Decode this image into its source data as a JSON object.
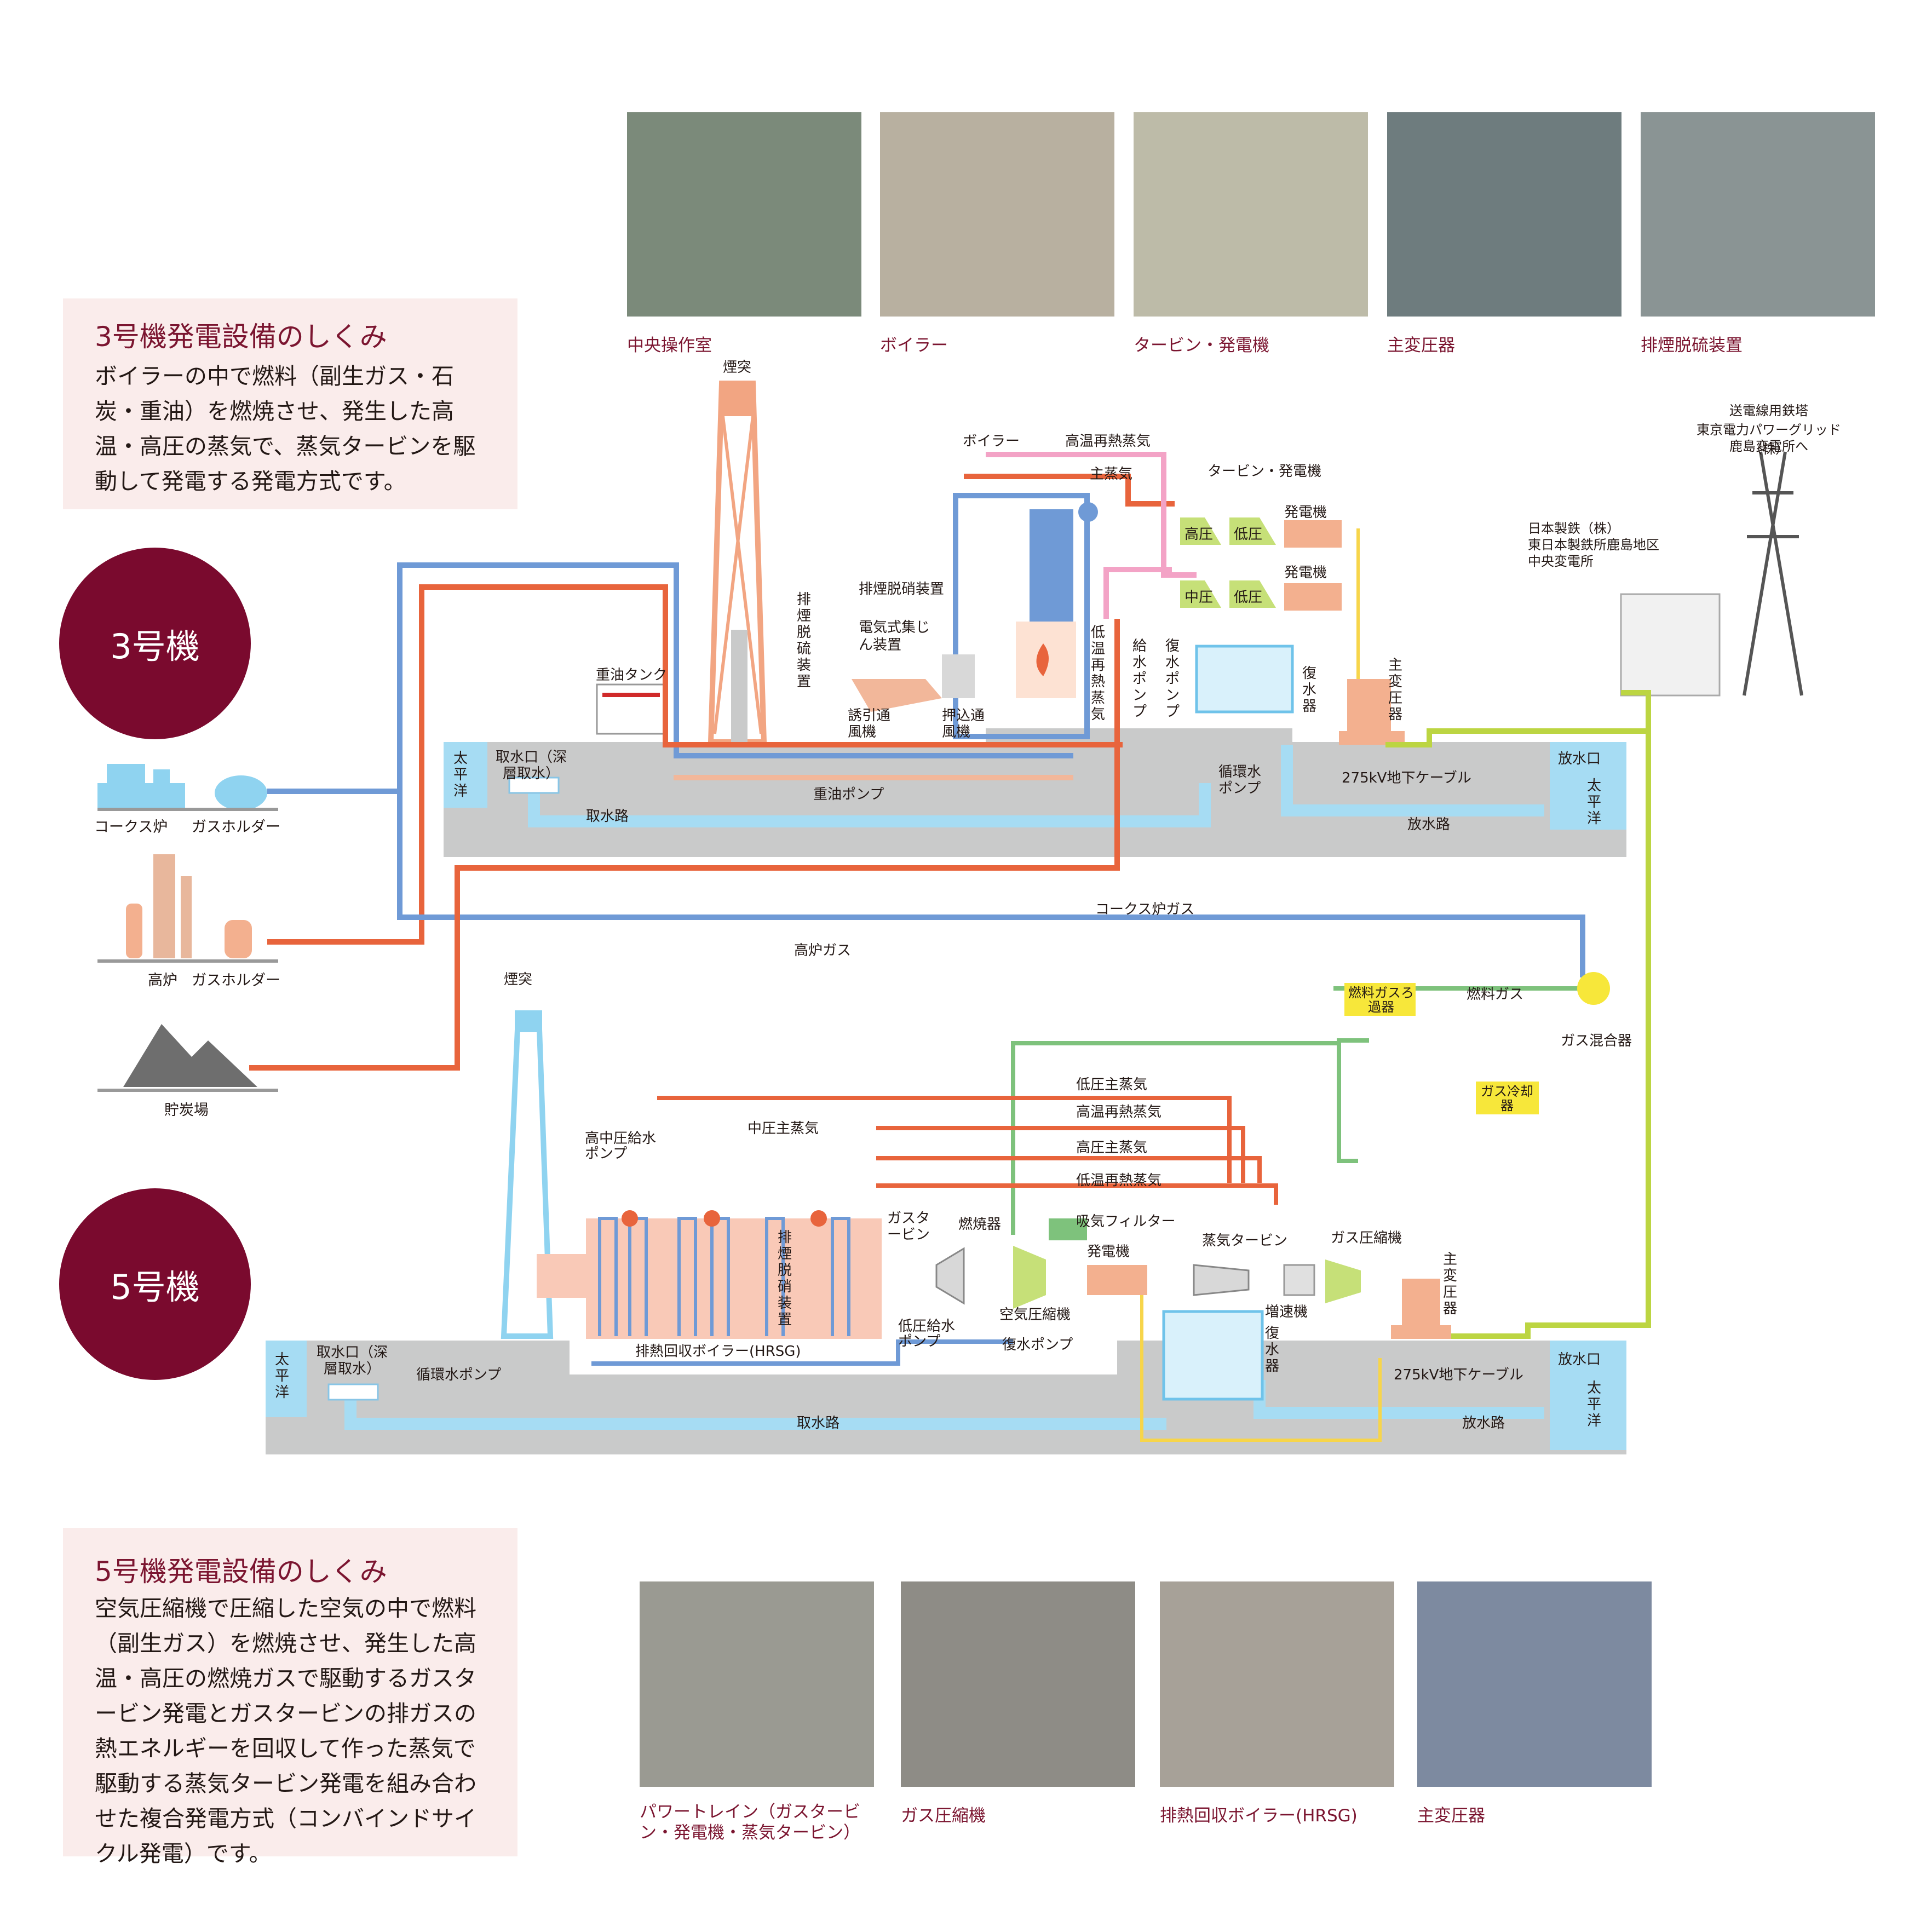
{
  "unit3": {
    "box_title": "3号機発電設備のしくみ",
    "box_text": "ボイラーの中で燃料（副生ガス・石炭・重油）を燃焼させ、発生した高温・高圧の蒸気で、蒸気タービンを駆動して発電する発電方式です。",
    "circle_label": "3号機",
    "photos": [
      {
        "caption": "中央操作室"
      },
      {
        "caption": "ボイラー"
      },
      {
        "caption": "タービン・発電機"
      },
      {
        "caption": "主変圧器"
      },
      {
        "caption": "排煙脱硫装置"
      }
    ]
  },
  "unit5": {
    "box_title": "5号機発電設備のしくみ",
    "box_text": "空気圧縮機で圧縮した空気の中で燃料（副生ガス）を燃焼させ、発生した高温・高圧の燃焼ガスで駆動するガスタービン発電とガスタービンの排ガスの熱エネルギーを回収して作った蒸気で駆動する蒸気タービン発電を組み合わせた複合発電方式（コンバインドサイクル発電）です。",
    "circle_label": "5号機",
    "photos": [
      {
        "caption": "パワートレイン（ガスタービン・発電機・蒸気タービン）"
      },
      {
        "caption": "ガス圧縮機"
      },
      {
        "caption": "排熱回収ボイラー(HRSG)"
      },
      {
        "caption": "主変圧器"
      }
    ]
  },
  "sources": {
    "coke": "コークス炉",
    "gasholder1": "ガスホルダー",
    "blast": "高炉",
    "gasholder2": "ガスホルダー",
    "coal": "貯炭場"
  },
  "labels3": {
    "chimney": "煙突",
    "desulf": "排煙脱硫装置",
    "denox": "排煙脱硝装置",
    "esp": "電気式集じん装置",
    "idfan": "誘引通風機",
    "fdfan": "押込通風機",
    "oil_tank": "重油タンク",
    "oil_pump": "重油ポンプ",
    "boiler": "ボイラー",
    "hot_reheat": "高温再熱蒸気",
    "main_steam": "主蒸気",
    "cold_reheat": "低温再熱蒸気",
    "feed_pump": "給水ポンプ",
    "cond_pump": "復水ポンプ",
    "turbine_gen": "タービン・発電機",
    "hp": "高圧",
    "lp1": "低圧",
    "ip": "中圧",
    "lp2": "低圧",
    "gen1": "発電機",
    "gen2": "発電機",
    "condenser": "復水器",
    "main_tr": "主変圧器",
    "circ_pump": "循環水ポンプ",
    "intake": "取水口（深層取水）",
    "pacific_left": "太平洋",
    "pacific_right": "太平洋",
    "intake_channel": "取水路",
    "discharge_channel": "放水路",
    "outlet": "放水口",
    "cable": "275kV地下ケーブル",
    "tower": "送電線用鉄塔",
    "tepco": "東京電力パワーグリッド（株）",
    "kashima": "鹿島変電所へ",
    "nippon_steel": "日本製鉄（株）",
    "east_works": "東日本製鉄所鹿島地区",
    "central_sub": "中央変電所",
    "coke_gas": "コークス炉ガス",
    "bf_gas": "高炉ガス"
  },
  "labels5": {
    "chimney": "煙突",
    "fuel_gas": "燃料ガス",
    "gas_mixer": "ガス混合器",
    "fuel_filter": "燃料ガスろ過器",
    "gas_cooler": "ガス冷却器",
    "lp_main": "低圧主蒸気",
    "hot_reheat": "高温再熱蒸気",
    "hp_main": "高圧主蒸気",
    "cold_reheat": "低温再熱蒸気",
    "ip_main": "中圧主蒸気",
    "hip_pump": "高中圧給水ポンプ",
    "denox": "排煙脱硝装置",
    "gas_turbine": "ガスタービン",
    "combustor": "燃焼器",
    "air_filter": "吸気フィルター",
    "generator": "発電機",
    "steam_turbine": "蒸気タービン",
    "gas_compressor": "ガス圧縮機",
    "air_compressor": "空気圧縮機",
    "gearbox": "増速機",
    "condenser": "復水器",
    "main_tr": "主変圧器",
    "hrsg": "排熱回収ボイラー(HRSG)",
    "lp_feed_pump": "低圧給水ポンプ",
    "cond_pump": "復水ポンプ",
    "circ_pump": "循環水ポンプ",
    "intake": "取水口（深層取水）",
    "pacific_left": "太平洋",
    "pacific_right": "太平洋",
    "intake_channel": "取水路",
    "discharge_channel": "放水路",
    "outlet": "放水口",
    "cable": "275kV地下ケーブル"
  },
  "colors": {
    "accent": "#7a0a2e",
    "steam_red": "#e8643c",
    "water_blue": "#6f9ad6",
    "sea_cyan": "#a6dcf3",
    "ground_gray": "#c9caca",
    "power_green": "#bcd542",
    "gas_green": "#7ec27c",
    "signal_yellow": "#f7d54a",
    "pink": "#f3a3c6"
  }
}
